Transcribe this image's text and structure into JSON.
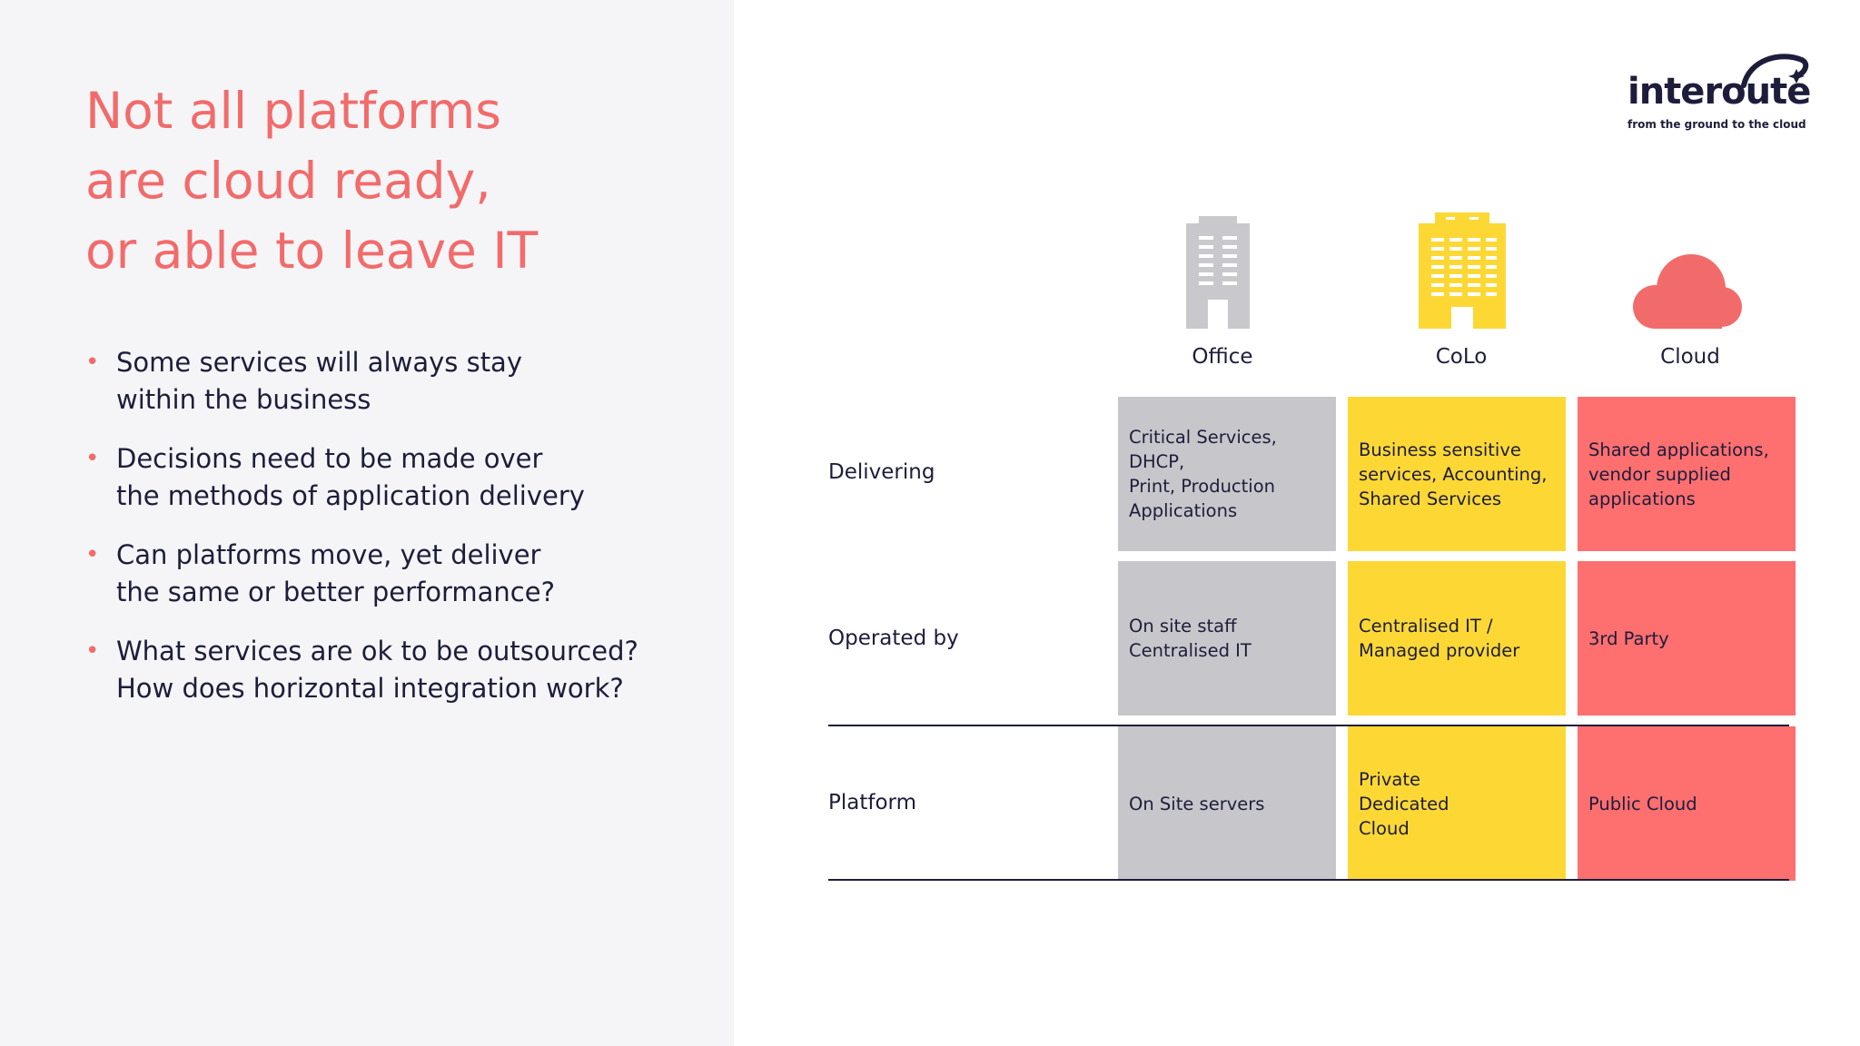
{
  "title": {
    "lines": [
      "Not all platforms",
      "are cloud ready,",
      "or able to leave IT"
    ]
  },
  "bullets": [
    {
      "lines": [
        "Some services will always stay",
        "within the business"
      ]
    },
    {
      "lines": [
        "Decisions need to be made over",
        "the methods of application delivery"
      ]
    },
    {
      "lines": [
        "Can platforms move, yet deliver",
        "the same or better performance?"
      ]
    },
    {
      "lines": [
        "What services are ok to be outsourced?",
        "How does horizontal integration work?"
      ]
    }
  ],
  "bullet_glyph": "•",
  "logo": {
    "word": "interoute",
    "tagline": "from the ground to the cloud"
  },
  "columns": [
    {
      "label": "Office",
      "icon": "office-building-icon",
      "color": "#c7c6ca"
    },
    {
      "label": "CoLo",
      "icon": "colo-building-icon",
      "color": "#fdd835"
    },
    {
      "label": "Cloud",
      "icon": "cloud-icon",
      "color": "#fe6f70"
    }
  ],
  "rows": [
    {
      "label": "Delivering",
      "cells": [
        "Critical Services, DHCP,\nPrint, Production\nApplications",
        "Business sensitive\nservices, Accounting,\nShared Services",
        "Shared applications,\nvendor supplied\napplications"
      ]
    },
    {
      "label": "Operated by",
      "cells": [
        "On site staff\nCentralised IT",
        "Centralised IT /\nManaged provider",
        "3rd Party"
      ]
    },
    {
      "label": "Platform",
      "cells": [
        "On Site servers",
        "Private\nDedicated\nCloud",
        "Public Cloud"
      ]
    }
  ],
  "colors": {
    "accent": "#f26b6b",
    "text": "#1d1d3b",
    "office": "#c7c6ca",
    "colo": "#fdd835",
    "cloud": "#fe6f70",
    "office_icon": "#c9c8cc",
    "colo_icon": "#fdd835",
    "cloud_icon": "#f26b6b"
  }
}
